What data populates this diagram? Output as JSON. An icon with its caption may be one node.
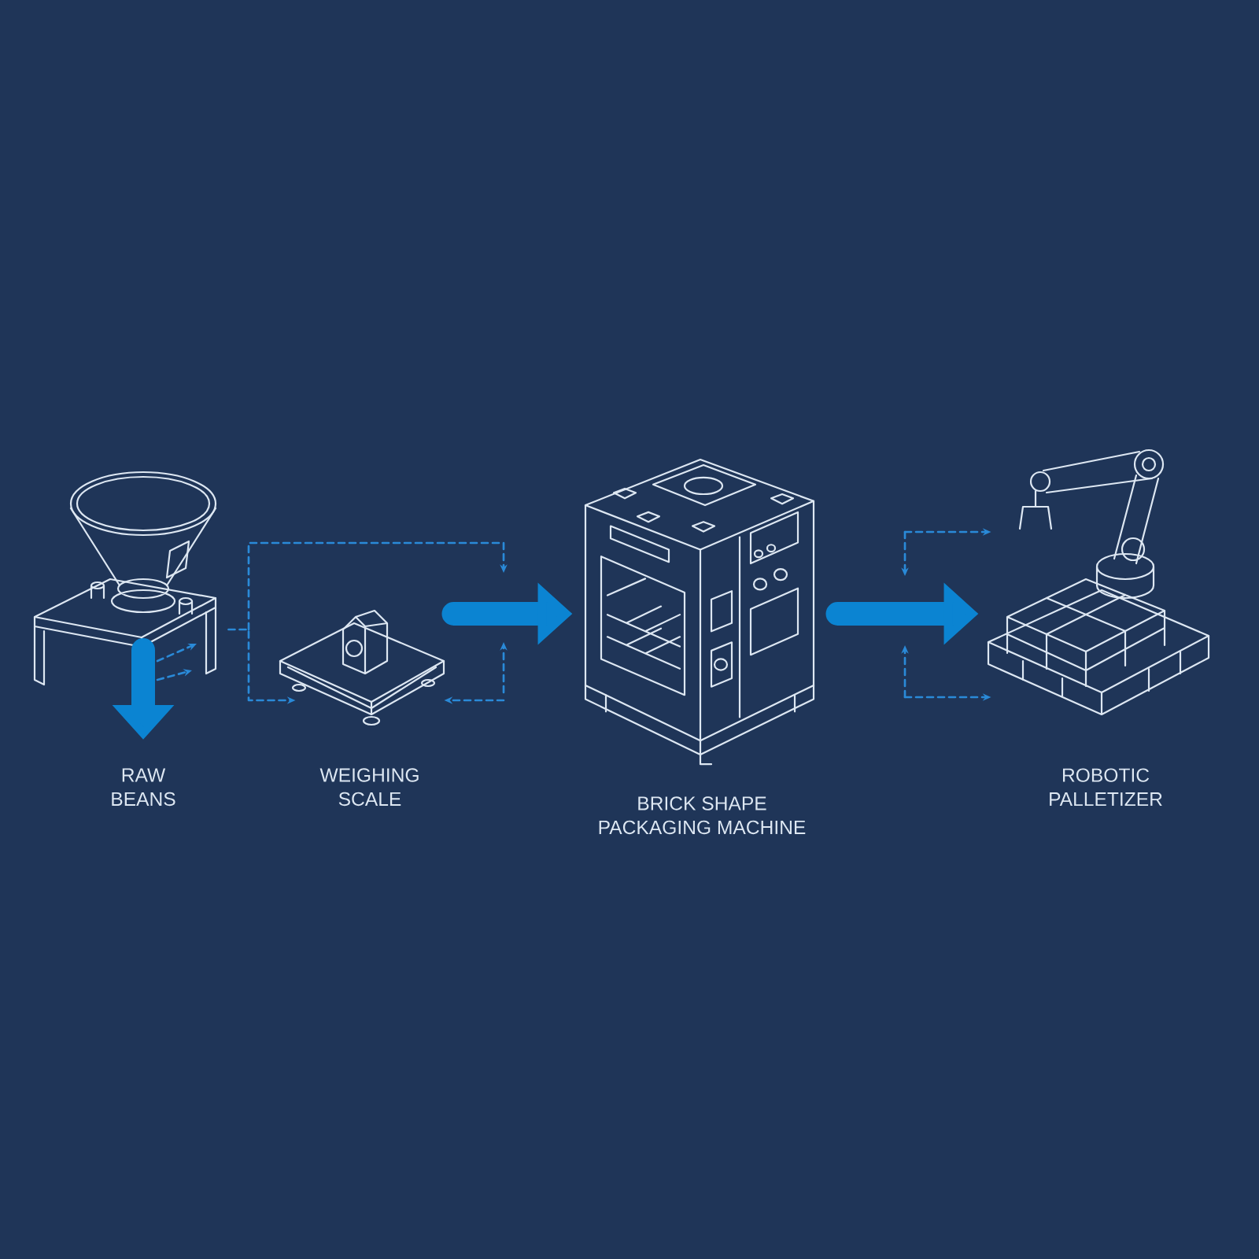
{
  "diagram": {
    "nodes": [
      {
        "text": [
          "RAW BEANS"
        ]
      },
      {
        "text": [
          "WEIGHING SCALE"
        ]
      },
      {
        "text": [
          "BRICK SHAPE PACKAGING MACHINE"
        ]
      },
      {
        "text": [
          "ROBOTIC PALLETIZER"
        ]
      }
    ],
    "edges": [
      {
        "from": 0,
        "to": null,
        "arrow": "to",
        "style": "thick"
      },
      {
        "from": 0,
        "to": 1,
        "arrow": "to",
        "style": "dashed"
      },
      {
        "from": null,
        "to": 1,
        "arrow": "to",
        "style": "dashed"
      },
      {
        "from": 1,
        "to": 2,
        "arrow": "to",
        "style": "thick"
      },
      {
        "from": 2,
        "to": 3,
        "arrow": "to",
        "style": "thick"
      },
      {
        "from": null,
        "to": 3,
        "arrow": "to",
        "style": "dashed"
      },
      {
        "from": null,
        "to": 3,
        "arrow": "to",
        "style": "dashed"
      }
    ]
  }
}
